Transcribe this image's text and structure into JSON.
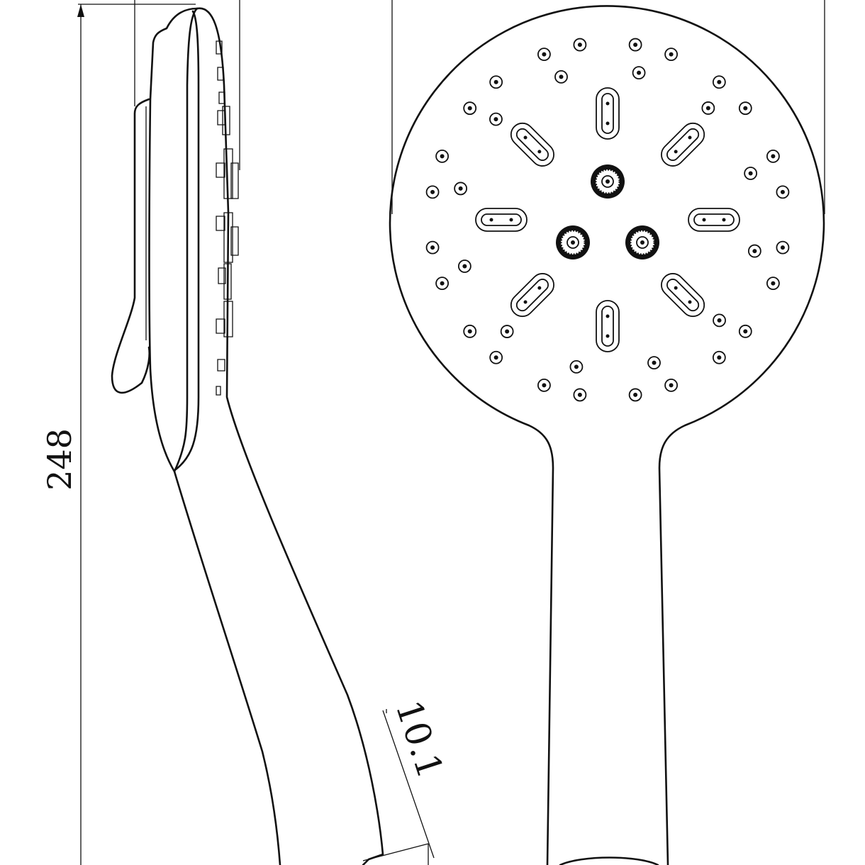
{
  "drawing": {
    "title": "",
    "views": [
      "side-view",
      "front-view"
    ],
    "dimensions": [
      {
        "id": "overall-length",
        "label": "248"
      },
      {
        "id": "handle-offset",
        "label": "10.1"
      }
    ]
  }
}
